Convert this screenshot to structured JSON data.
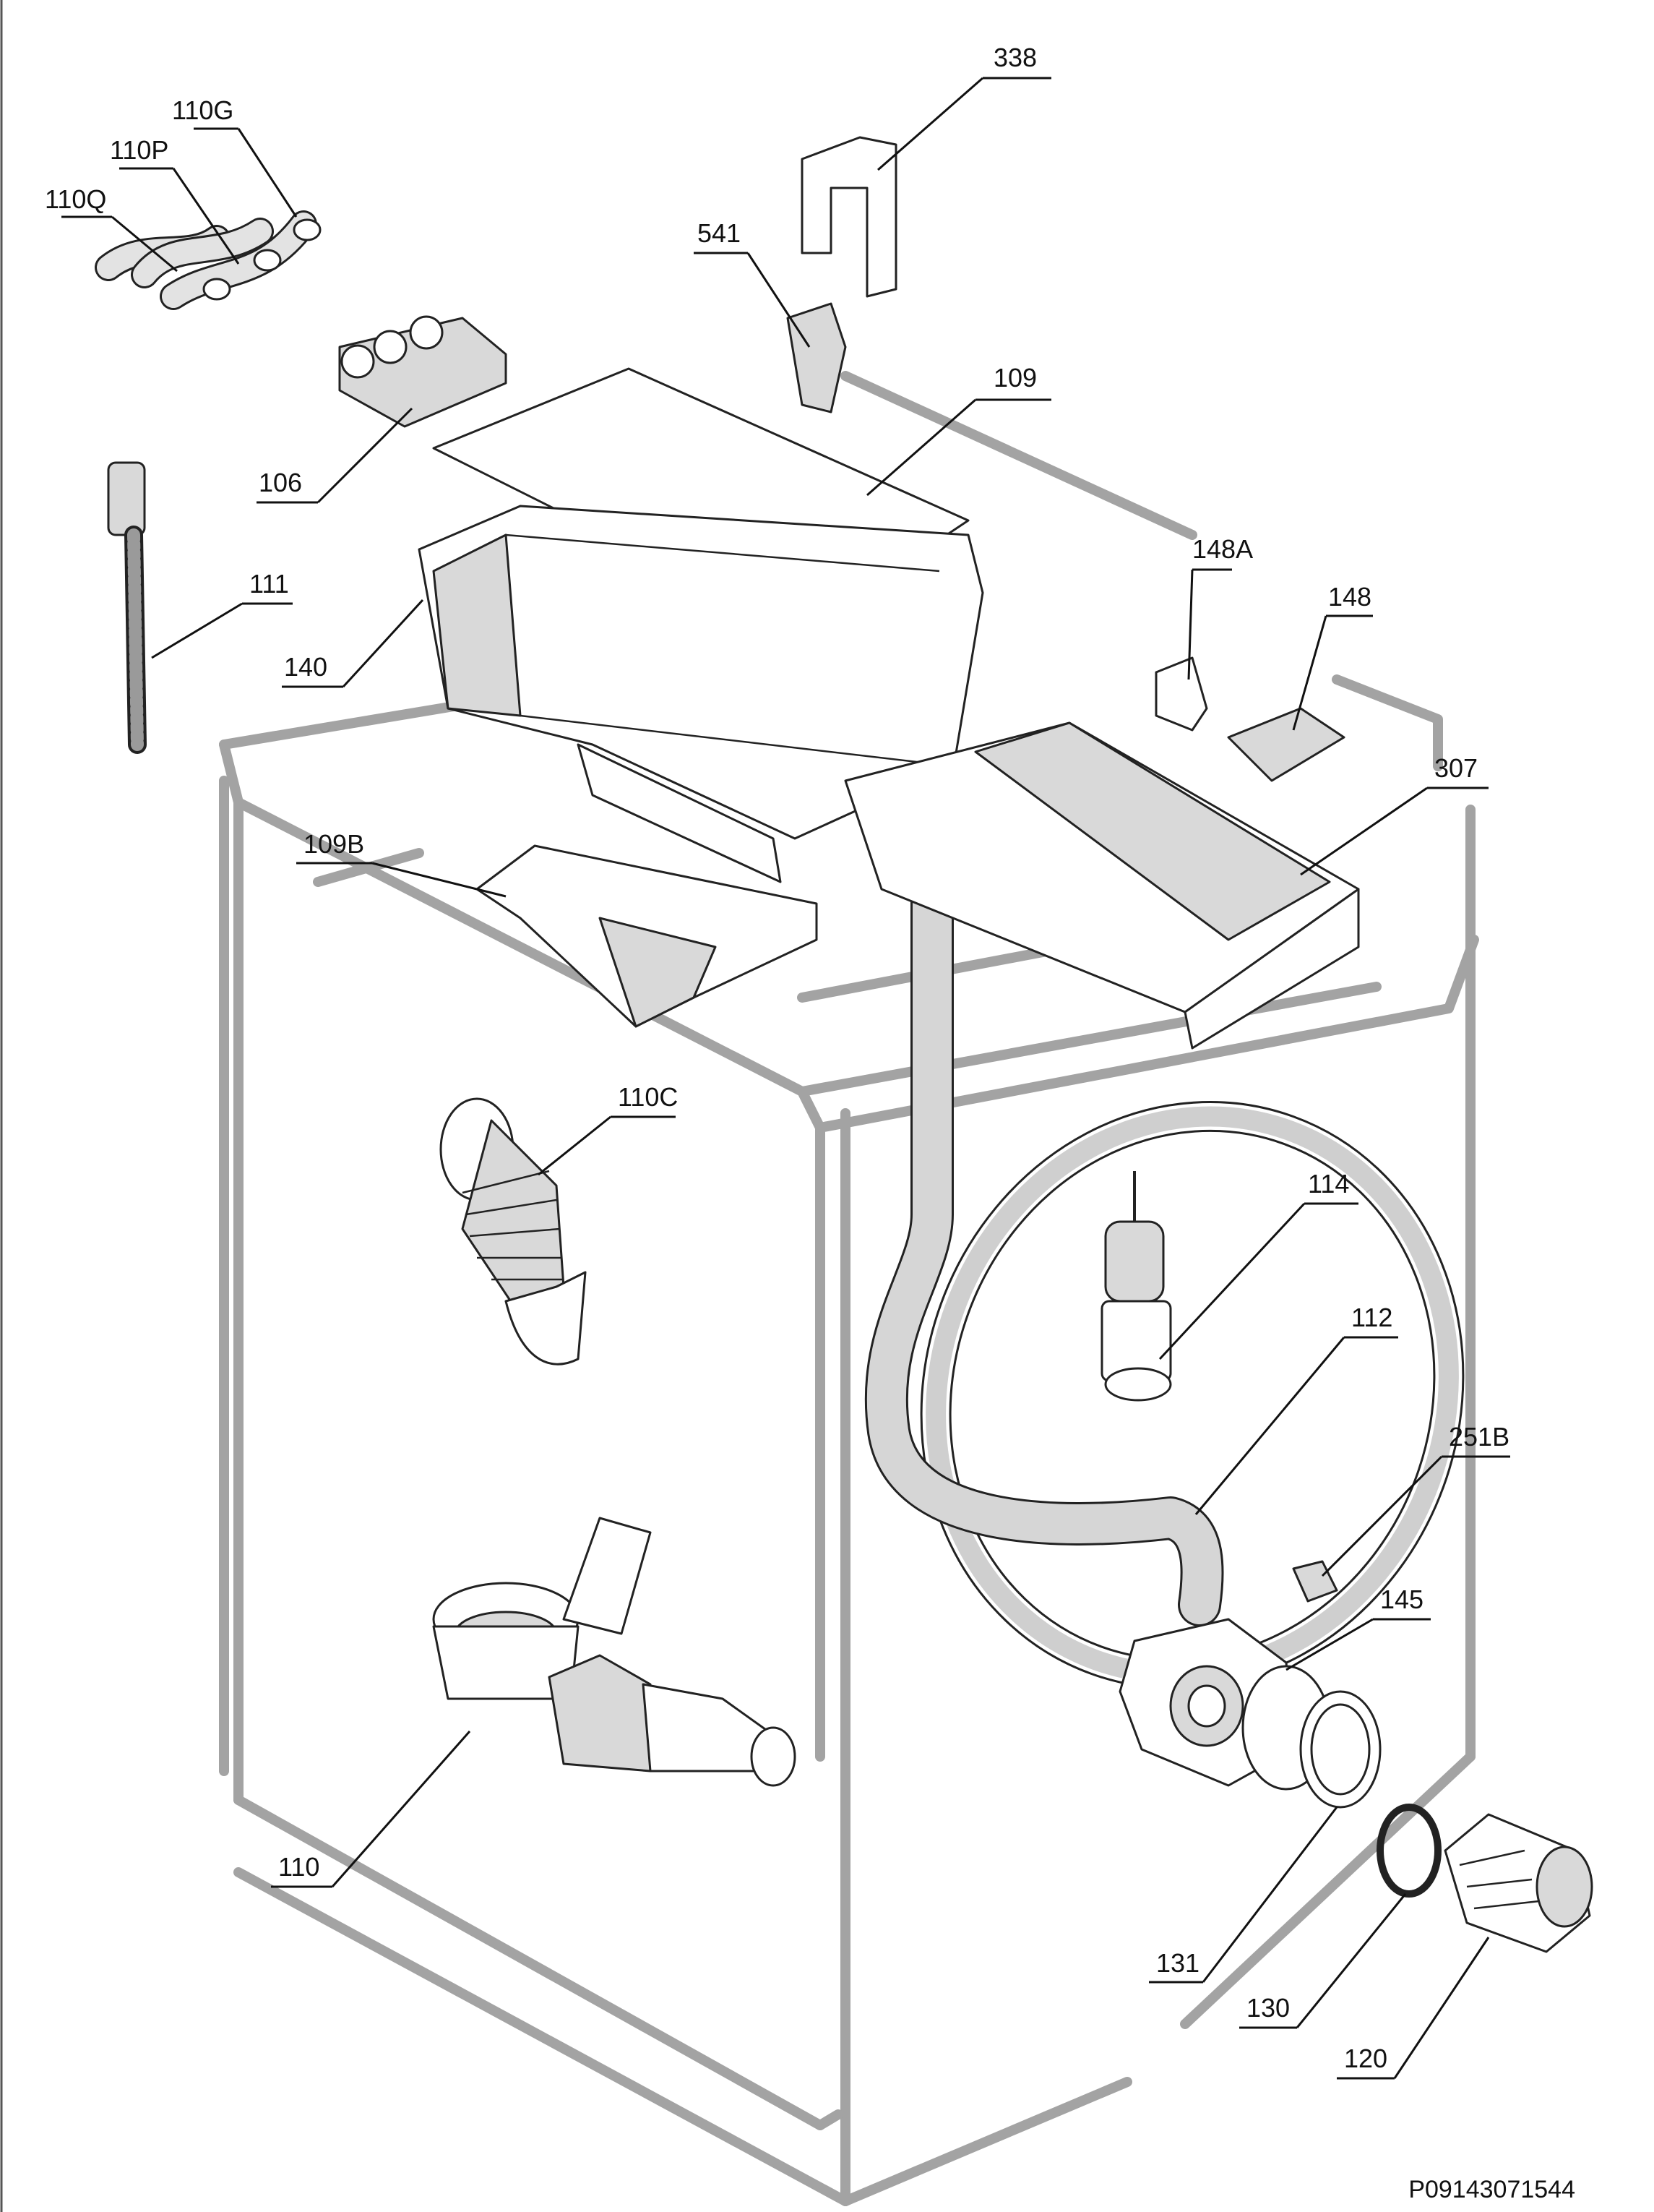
{
  "diagram": {
    "code": "P09143071544",
    "callouts": [
      {
        "id": "338",
        "label": "338"
      },
      {
        "id": "110G",
        "label": "110G"
      },
      {
        "id": "110P",
        "label": "110P"
      },
      {
        "id": "110Q",
        "label": "110Q"
      },
      {
        "id": "541",
        "label": "541"
      },
      {
        "id": "109",
        "label": "109"
      },
      {
        "id": "106",
        "label": "106"
      },
      {
        "id": "111",
        "label": "111"
      },
      {
        "id": "148A",
        "label": "148A"
      },
      {
        "id": "148",
        "label": "148"
      },
      {
        "id": "140",
        "label": "140"
      },
      {
        "id": "307",
        "label": "307"
      },
      {
        "id": "109B",
        "label": "109B"
      },
      {
        "id": "110C",
        "label": "110C"
      },
      {
        "id": "114",
        "label": "114"
      },
      {
        "id": "112",
        "label": "112"
      },
      {
        "id": "251B",
        "label": "251B"
      },
      {
        "id": "145",
        "label": "145"
      },
      {
        "id": "110",
        "label": "110"
      },
      {
        "id": "131",
        "label": "131"
      },
      {
        "id": "130",
        "label": "130"
      },
      {
        "id": "120",
        "label": "120"
      }
    ]
  }
}
